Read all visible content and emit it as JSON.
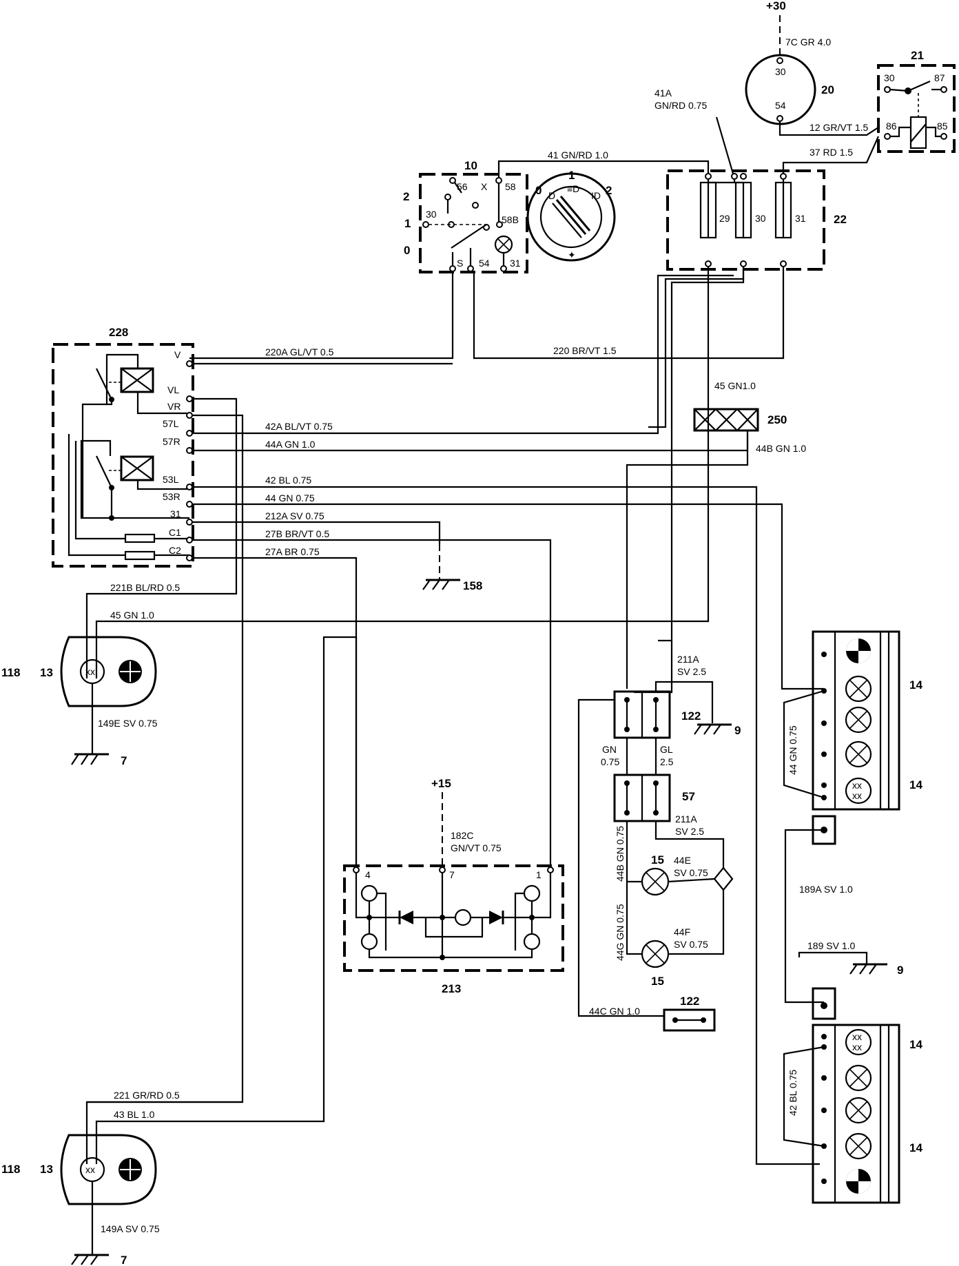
{
  "supply": {
    "plus30": "+30",
    "plus15": "+15"
  },
  "components": {
    "c10": "10",
    "c20": "20",
    "c21": "21",
    "c22": "22",
    "c228": "228",
    "c250": "250",
    "c118_top": "118",
    "c118_bot": "118",
    "c13_top": "13",
    "c13_bot": "13",
    "c7_top": "7",
    "c7_bot": "7",
    "c158": "158",
    "c213": "213",
    "c14_a": "14",
    "c14_b": "14",
    "c14_c": "14",
    "c14_d": "14",
    "c122_top": "122",
    "c122_bot": "122",
    "c9_top": "9",
    "c9_bot": "9",
    "c57": "57",
    "c15_a": "15",
    "c15_b": "15"
  },
  "pins": {
    "s10": {
      "p56": "56",
      "px": "X",
      "p58": "58",
      "p30": "30",
      "p58b": "58B",
      "ps": "S",
      "p54": "54",
      "p31": "31",
      "pos2": "2",
      "pos1": "1",
      "pos0": "0"
    },
    "knob": {
      "k0": "0",
      "k1": "1",
      "k2": "2"
    },
    "s20": {
      "p30": "30",
      "p54": "54"
    },
    "s21": {
      "p30": "30",
      "p87": "87",
      "p86": "86",
      "p85": "85"
    },
    "s22": {
      "f29": "29",
      "f30": "30",
      "f31": "31"
    },
    "s228": {
      "v": "V",
      "vl": "VL",
      "vr": "VR",
      "l57": "57L",
      "r57": "57R",
      "l53": "53L",
      "r53": "53R",
      "g31": "31",
      "c1": "C1",
      "c2": "C2"
    },
    "s213": {
      "p4": "4",
      "p7": "7",
      "p1": "1"
    },
    "s122": {
      "gn": "GN",
      "gn_sz": "0.75",
      "gl": "GL",
      "gl_sz": "2.5"
    }
  },
  "wires": {
    "w7c": "7C GR 4.0",
    "w41a_a": "41A",
    "w41a_b": "GN/RD 0.75",
    "w12": "12 GR/VT 1.5",
    "w37": "37 RD 1.5",
    "w41": "41 GN/RD 1.0",
    "w220a": "220A GL/VT 0.5",
    "w220": "220 BR/VT 1.5",
    "w45_1": "45 GN1.0",
    "w42a": "42A BL/VT 0.75",
    "w44a": "44A GN 1.0",
    "w44b_1": "44B GN 1.0",
    "w42": "42 BL 0.75",
    "w44": "44 GN 0.75",
    "w212a": "212A SV 0.75",
    "w27b": "27B BR/VT 0.5",
    "w27a": "27A BR 0.75",
    "w221b": "221B BL/RD 0.5",
    "w45_2": "45 GN 1.0",
    "w149e": "149E SV 0.75",
    "w211a_1a": "211A",
    "w211a_1b": "SV 2.5",
    "w211a_2a": "211A",
    "w211a_2b": "SV 2.5",
    "w44gn": "44 GN 0.75",
    "w44b_2": "44B GN 0.75",
    "w44g": "44G GN 0.75",
    "w44e_a": "44E",
    "w44e_b": "SV 0.75",
    "w44f_a": "44F",
    "w44f_b": "SV 0.75",
    "w182c_a": "182C",
    "w182c_b": "GN/VT 0.75",
    "w189a": "189A SV 1.0",
    "w189": "189 SV 1.0",
    "w44c": "44C GN 1.0",
    "w42bl": "42 BL 0.75",
    "w221": "221 GR/RD 0.5",
    "w43": "43 BL 1.0",
    "w149a": "149A SV 0.75"
  }
}
